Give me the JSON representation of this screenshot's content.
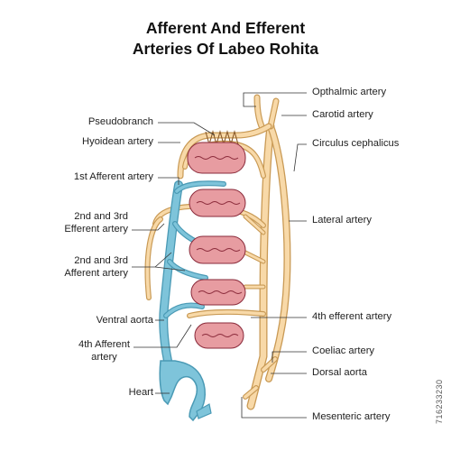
{
  "title": {
    "line1": "Afferent And Efferent",
    "line2": "Arteries Of Labeo Rohita"
  },
  "labels_left": {
    "pseudobranch": "Pseudobranch",
    "hyoidean_artery": "Hyoidean artery",
    "first_afferent": "1st Afferent artery",
    "second_third_efferent_1": "2nd and 3rd",
    "second_third_efferent_2": "Efferent artery",
    "second_third_afferent_1": "2nd and 3rd",
    "second_third_afferent_2": "Afferent artery",
    "ventral_aorta": "Ventral aorta",
    "fourth_afferent_1": "4th Afferent",
    "fourth_afferent_2": "artery",
    "heart": "Heart"
  },
  "labels_right": {
    "opthalmic_artery": "Opthalmic artery",
    "carotid_artery": "Carotid artery",
    "circulus_cephalicus": "Circulus cephalicus",
    "lateral_artery": "Lateral artery",
    "fourth_efferent": "4th efferent artery",
    "coeliac_artery": "Coeliac artery",
    "dorsal_aorta": "Dorsal aorta",
    "mesenteric_artery": "Mesenteric artery"
  },
  "image_id_text": "716233230",
  "colors": {
    "efferent_fill": "#f8d9a8",
    "efferent_stroke": "#c99a55",
    "afferent_fill": "#7ec4da",
    "afferent_stroke": "#4a9ab5",
    "gill_fill": "#e79ca1",
    "gill_stroke": "#8a2a3a",
    "leader_line": "#333333"
  }
}
